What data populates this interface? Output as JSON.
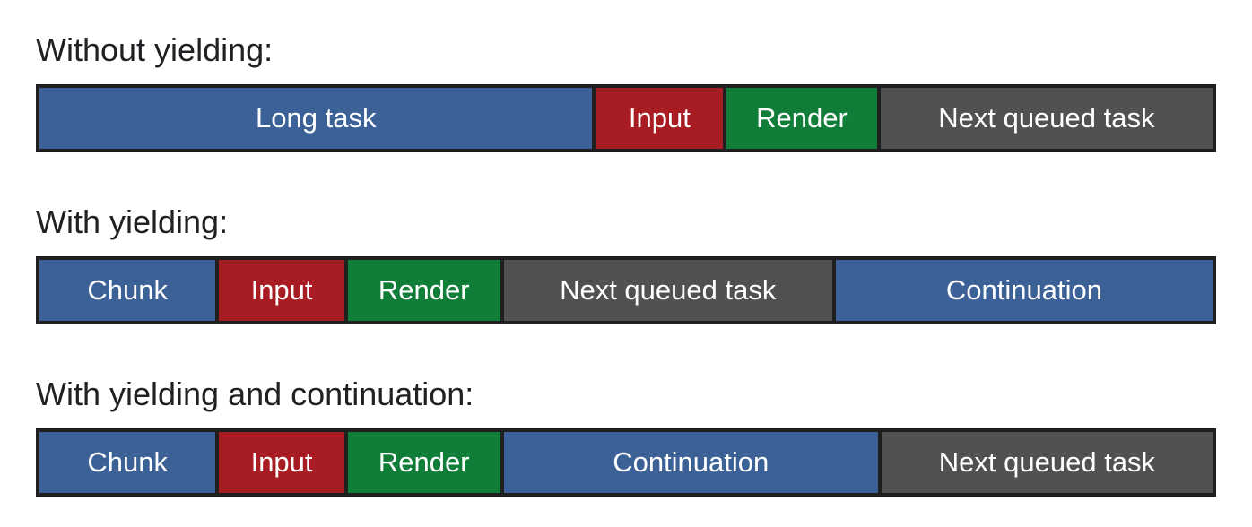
{
  "colors": {
    "blue": "#3b6197",
    "red": "#a81d23",
    "green": "#107d38",
    "gray": "#515151",
    "border": "#1f1f1f",
    "heading_text": "#202124",
    "segment_text": "#ffffff",
    "background": "#ffffff"
  },
  "rows": [
    {
      "heading": "Without yielding:",
      "segments": [
        {
          "label": "Long task",
          "color": "blue",
          "weight": 626
        },
        {
          "label": "Input",
          "color": "red",
          "weight": 144
        },
        {
          "label": "Render",
          "color": "green",
          "weight": 170
        },
        {
          "label": "Next queued task",
          "color": "gray",
          "weight": 376
        }
      ]
    },
    {
      "heading": "With yielding:",
      "segments": [
        {
          "label": "Chunk",
          "color": "blue",
          "weight": 200
        },
        {
          "label": "Input",
          "color": "red",
          "weight": 142
        },
        {
          "label": "Render",
          "color": "green",
          "weight": 173
        },
        {
          "label": "Next queued task",
          "color": "gray",
          "weight": 373
        },
        {
          "label": "Continuation",
          "color": "blue",
          "weight": 428
        }
      ]
    },
    {
      "heading": "With yielding and continuation:",
      "segments": [
        {
          "label": "Chunk",
          "color": "blue",
          "weight": 200
        },
        {
          "label": "Input",
          "color": "red",
          "weight": 142
        },
        {
          "label": "Render",
          "color": "green",
          "weight": 173
        },
        {
          "label": "Continuation",
          "color": "blue",
          "weight": 425
        },
        {
          "label": "Next queued task",
          "color": "gray",
          "weight": 376
        }
      ]
    }
  ]
}
